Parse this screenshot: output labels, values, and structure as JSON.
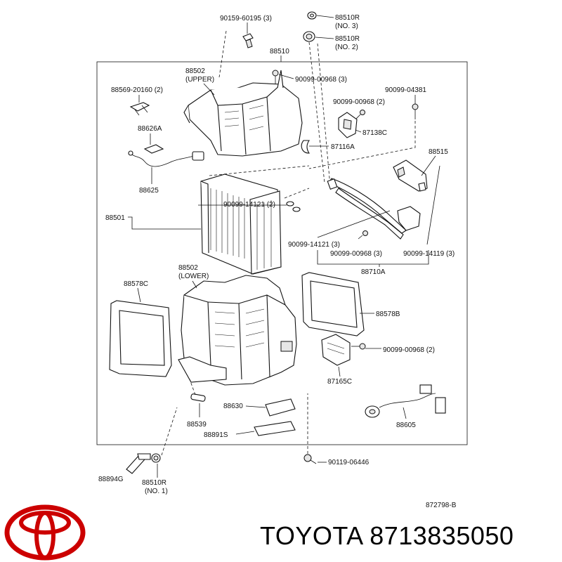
{
  "diagram_code": "872798-B",
  "brand": {
    "name": "TOYOTA",
    "part_number": "8713835050",
    "logo_color": "#cc0000"
  },
  "labels": {
    "l90159": "90159-60195 (3)",
    "l88510r3": "88510R",
    "l88510r3no": "(NO. 3)",
    "l88510r2": "88510R",
    "l88510r2no": "(NO. 2)",
    "l88510": "88510",
    "l88502u": "88502",
    "l88502uSub": "(UPPER)",
    "l90099_968_3": "90099-00968 (3)",
    "l88569": "88569-20160 (2)",
    "l90099_04381": "90099-04381",
    "l90099_968_2a": "90099-00968 (2)",
    "l88626a": "88626A",
    "l87138c": "87138C",
    "l87116a": "87116A",
    "l88515": "88515",
    "l88625": "88625",
    "l90099_14121_2": "90099-14121 (2)",
    "l88501": "88501",
    "l90099_14121_3": "90099-14121 (3)",
    "l90099_968_3b": "90099-00968 (3)",
    "l90099_14119": "90099-14119 (3)",
    "l88710a": "88710A",
    "l88502l": "88502",
    "l88502lSub": "(LOWER)",
    "l88578c": "88578C",
    "l88578b": "88578B",
    "l90099_968_2b": "90099-00968 (2)",
    "l87165c": "87165C",
    "l88630": "88630",
    "l88539": "88539",
    "l88891s": "88891S",
    "l88605": "88605",
    "l90119": "90119-06446",
    "l88894g": "88894G",
    "l88510r1": "88510R",
    "l88510r1no": "(NO. 1)"
  }
}
